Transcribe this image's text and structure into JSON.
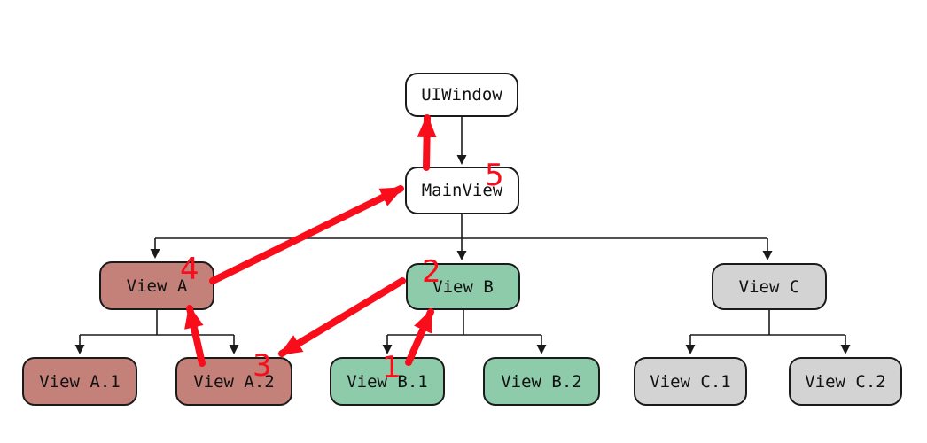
{
  "diagram": {
    "nodes": {
      "uiwindow": {
        "label": "UIWindow"
      },
      "mainview": {
        "label": "MainView"
      },
      "view_a": {
        "label": "View A"
      },
      "view_b": {
        "label": "View B"
      },
      "view_c": {
        "label": "View C"
      },
      "view_a1": {
        "label": "View A.1"
      },
      "view_a2": {
        "label": "View A.2"
      },
      "view_b1": {
        "label": "View B.1"
      },
      "view_b2": {
        "label": "View B.2"
      },
      "view_c1": {
        "label": "View C.1"
      },
      "view_c2": {
        "label": "View C.2"
      }
    },
    "steps": {
      "s1": "1",
      "s2": "2",
      "s3": "3",
      "s4": "4",
      "s5": "5"
    },
    "colors": {
      "background": "#ffffff",
      "node_plain": "#ffffff",
      "group_a": "#c4817a",
      "group_b": "#8dcbaa",
      "group_c": "#d3d3d3",
      "arrow_red": "#f90d1b",
      "line_black": "#1a1a1a"
    }
  }
}
